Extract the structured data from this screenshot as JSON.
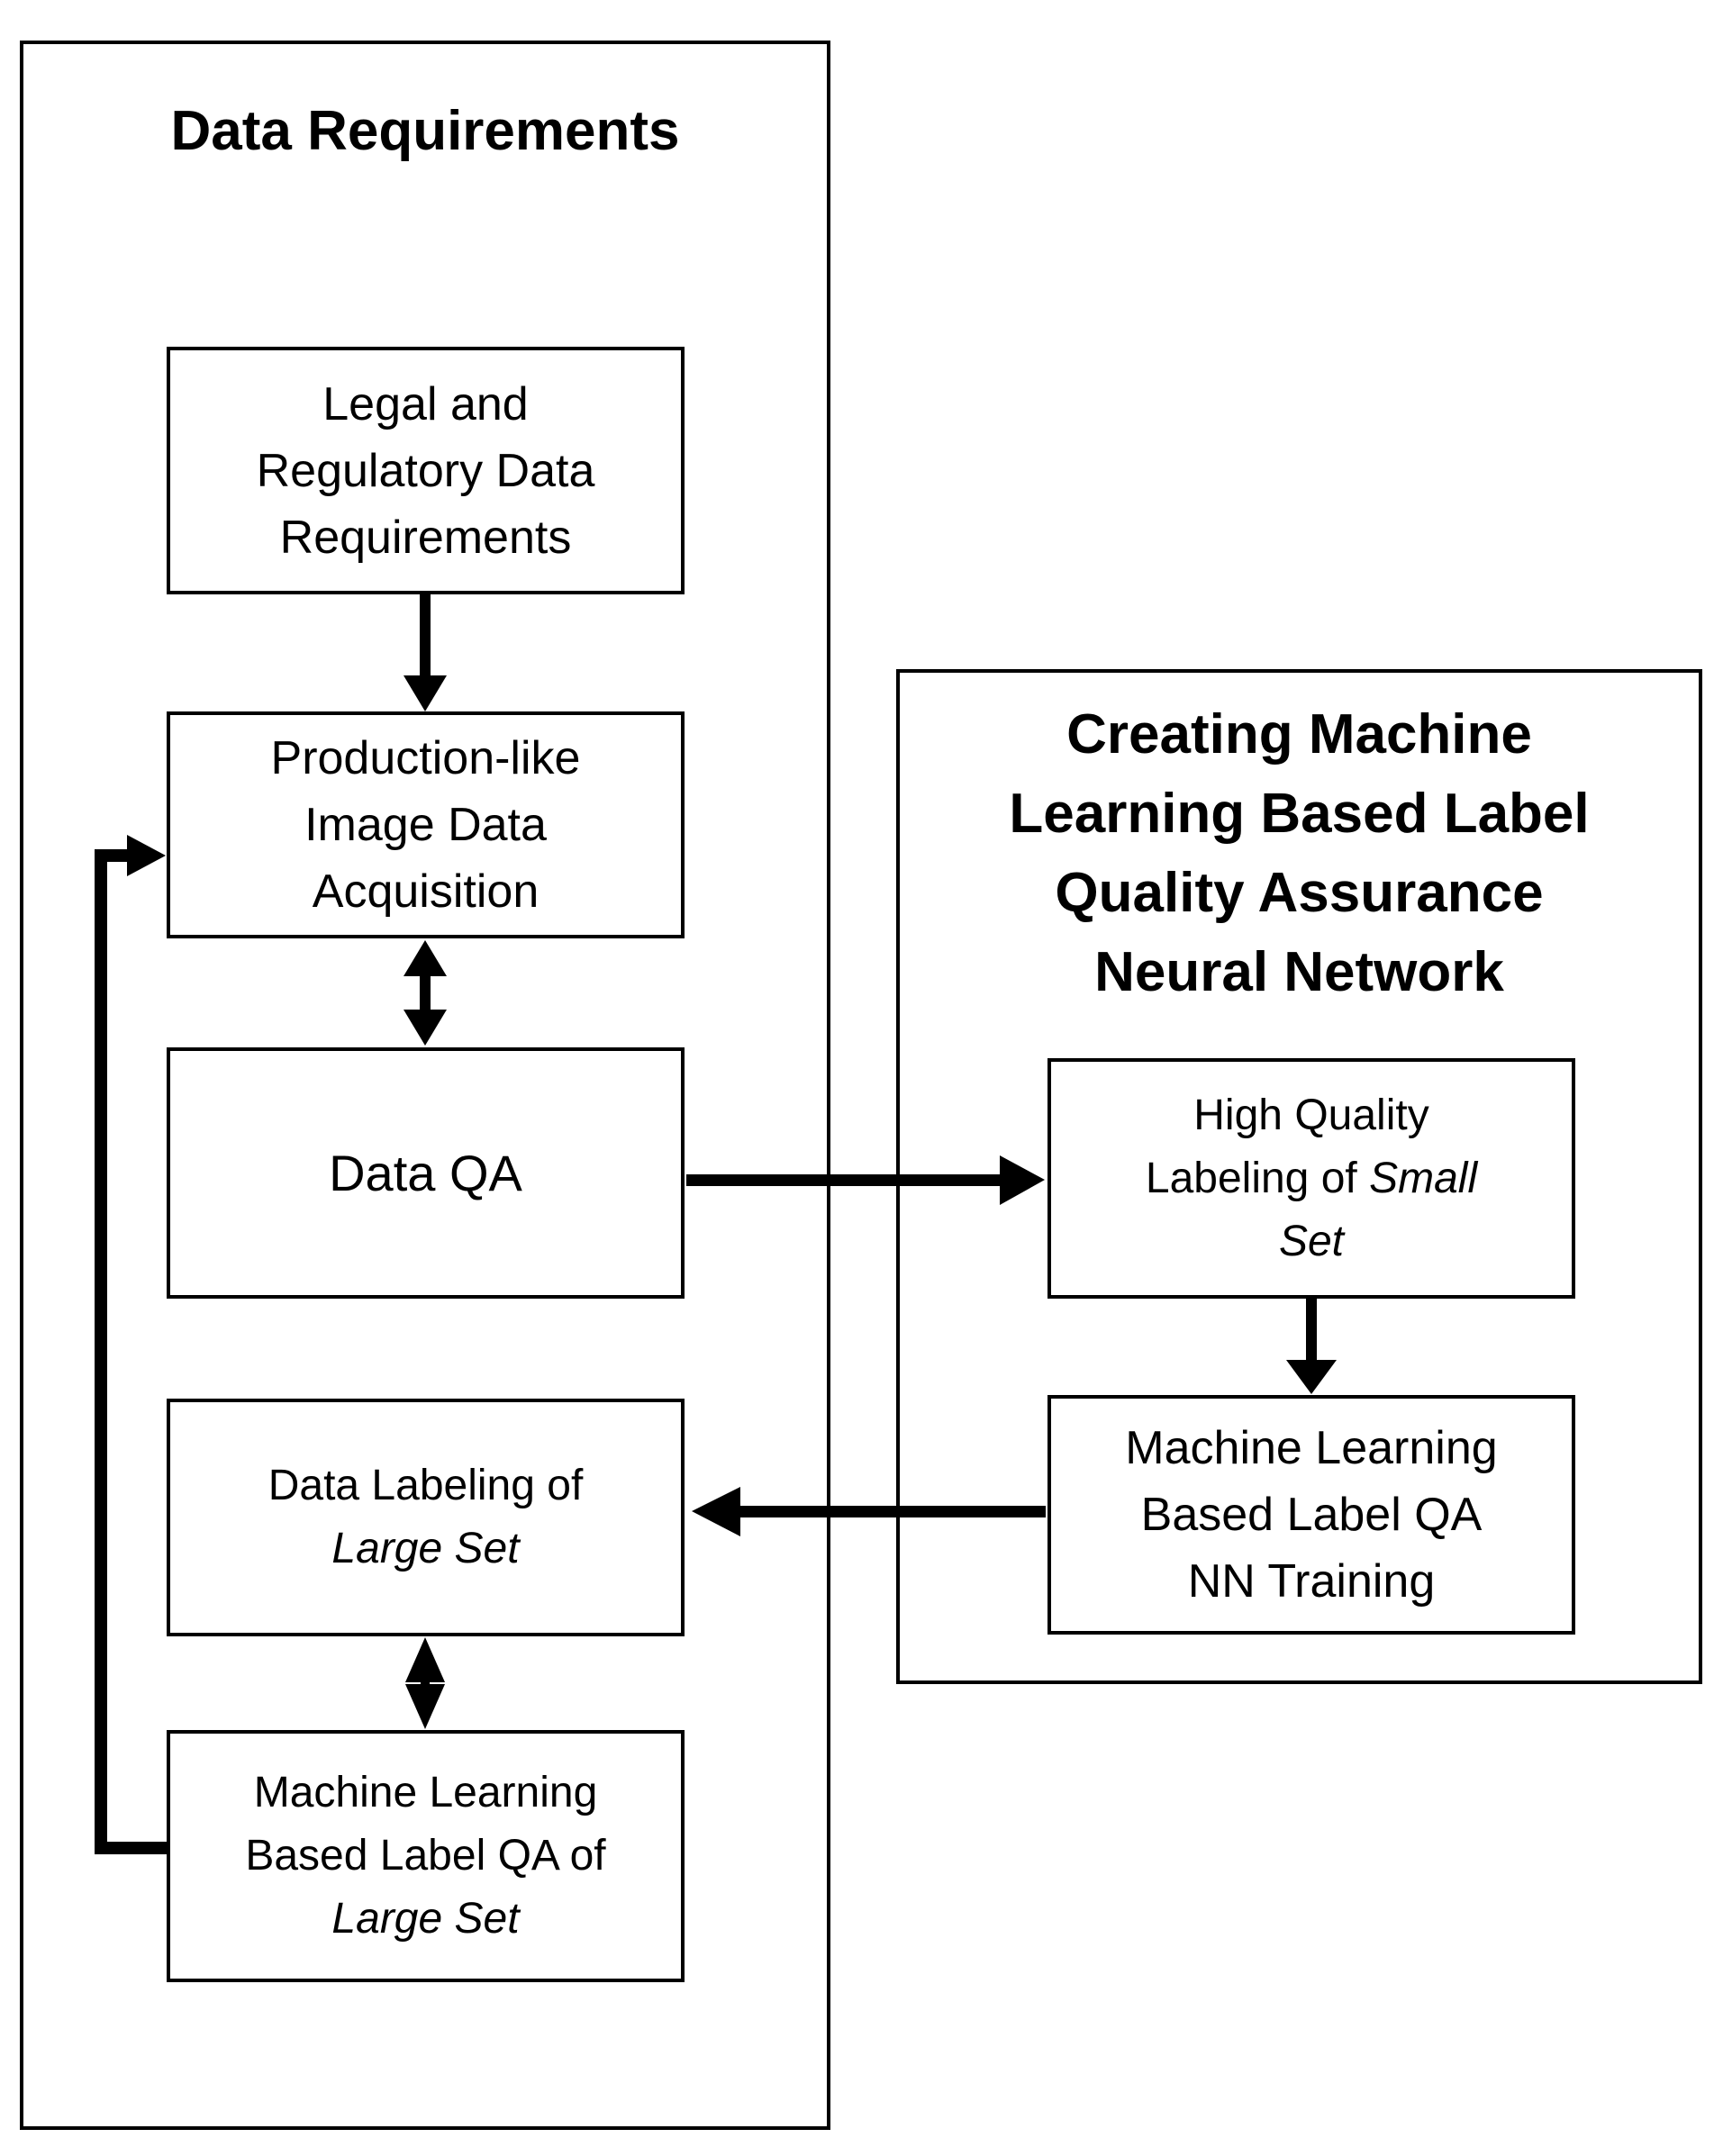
{
  "colors": {
    "line": "#000000",
    "background": "#ffffff",
    "text": "#000000"
  },
  "left_panel": {
    "title": "Data Requirements",
    "boxes": {
      "legal": {
        "lines": [
          [
            {
              "t": "Legal and"
            }
          ],
          [
            {
              "t": "Regulatory Data"
            }
          ],
          [
            {
              "t": "Requirements"
            }
          ]
        ]
      },
      "acquisition": {
        "lines": [
          [
            {
              "t": "Production-like"
            }
          ],
          [
            {
              "t": "Image Data"
            }
          ],
          [
            {
              "t": "Acquisition"
            }
          ]
        ]
      },
      "data_qa": {
        "lines": [
          [
            {
              "t": "Data QA"
            }
          ]
        ]
      },
      "labeling_large": {
        "lines": [
          [
            {
              "t": "Data Labeling of"
            }
          ],
          [
            {
              "t": "Large Set",
              "i": true
            }
          ]
        ]
      },
      "ml_qa_large": {
        "lines": [
          [
            {
              "t": "Machine Learning"
            }
          ],
          [
            {
              "t": "Based Label QA of"
            }
          ],
          [
            {
              "t": "Large Set",
              "i": true
            }
          ]
        ]
      }
    }
  },
  "right_panel": {
    "title_lines": [
      "Creating Machine",
      "Learning Based Label",
      "Quality Assurance",
      "Neural Network"
    ],
    "boxes": {
      "high_quality": {
        "lines": [
          [
            {
              "t": "High Quality"
            }
          ],
          [
            {
              "t": "Labeling of "
            },
            {
              "t": "Small",
              "i": true
            }
          ],
          [
            {
              "t": "Set",
              "i": true
            }
          ]
        ]
      },
      "nn_training": {
        "lines": [
          [
            {
              "t": "Machine Learning"
            }
          ],
          [
            {
              "t": "Based Label QA"
            }
          ],
          [
            {
              "t": "NN Training"
            }
          ]
        ]
      }
    }
  },
  "edges": [
    {
      "from": "legal",
      "to": "acquisition",
      "type": "arrow-down"
    },
    {
      "from": "acquisition",
      "to": "data_qa",
      "type": "double-arrow-vertical"
    },
    {
      "from": "data_qa",
      "to": "high_quality",
      "type": "arrow-right"
    },
    {
      "from": "high_quality",
      "to": "nn_training",
      "type": "arrow-down"
    },
    {
      "from": "nn_training",
      "to": "labeling_large",
      "type": "arrow-left"
    },
    {
      "from": "labeling_large",
      "to": "ml_qa_large",
      "type": "double-arrow-vertical"
    },
    {
      "from": "ml_qa_large",
      "to": "acquisition",
      "type": "feedback-arrow-up-left"
    }
  ]
}
